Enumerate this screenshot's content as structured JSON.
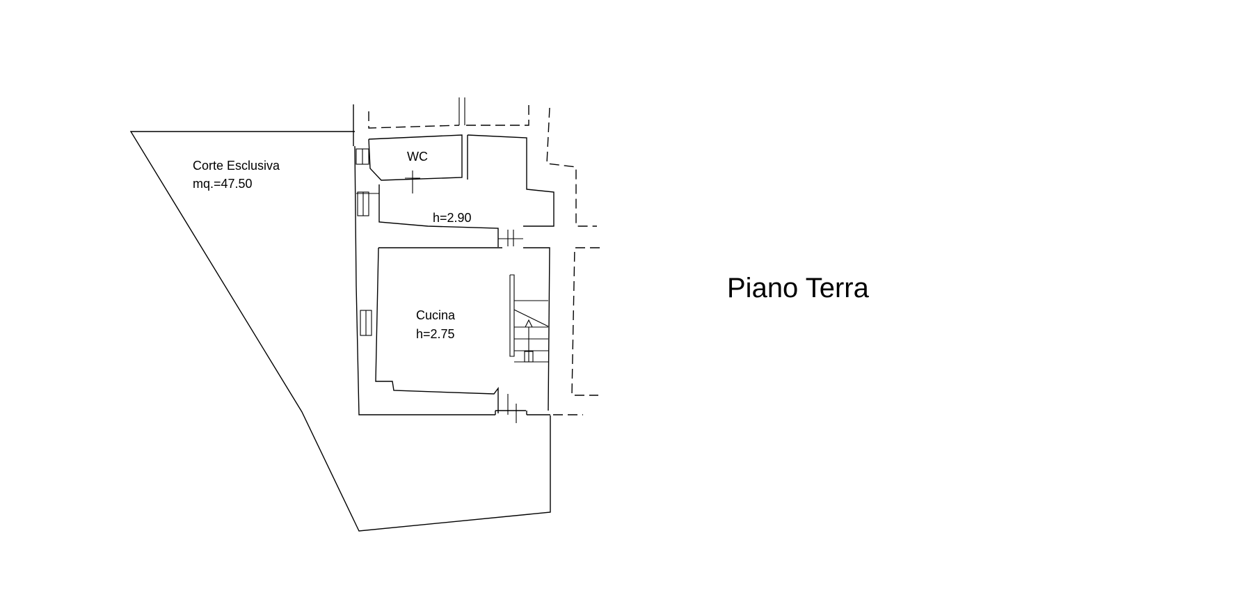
{
  "plan": {
    "floor_title": "Piano Terra",
    "rooms": {
      "courtyard": {
        "name": "Corte Esclusiva",
        "area": "mq.=47.50"
      },
      "wc": {
        "name": "WC"
      },
      "corridor": {
        "height": "h=2.90"
      },
      "kitchen": {
        "name": "Cucina",
        "height": "h=2.75"
      }
    }
  }
}
